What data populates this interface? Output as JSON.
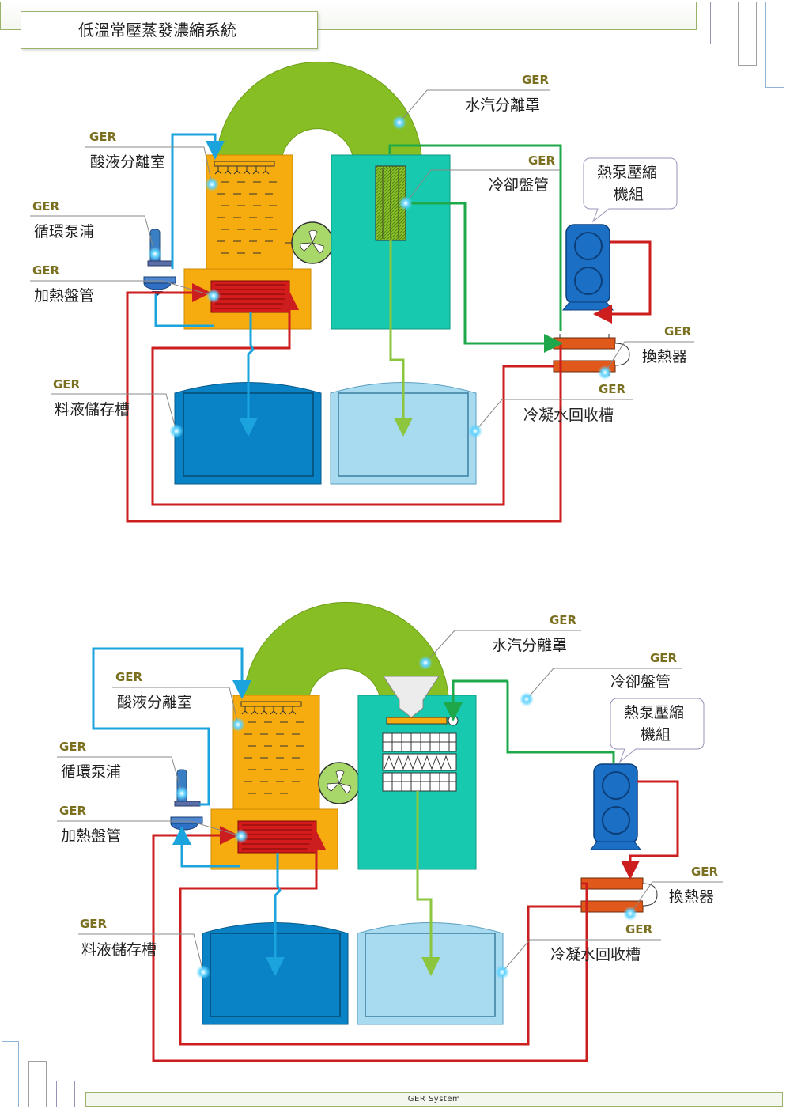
{
  "title": "低溫常壓蒸發濃縮系統",
  "footer": "GER   System",
  "colors": {
    "heating_red": "#cc1e1e",
    "feed_blue": "#1aa3dd",
    "cooling_green": "#1fa84a",
    "condensate_green": "#8cc63f",
    "separator_orange": "#f6ac0e",
    "condenser_teal": "#17c9af",
    "dome_green": "#87be24",
    "tank_dark": "#0a83c6",
    "tank_light": "#a8daf0",
    "heatpump_blue": "#1b6fc4"
  },
  "diagram1": {
    "ger": "GER",
    "acid_separator": "酸液分離室",
    "circulation_pump": "循環泵浦",
    "heating_coil": "加熱盤管",
    "steam_separator": "水汽分離罩",
    "cooling_coil": "冷卻盤管",
    "heat_pump_line1": "熱泵壓縮",
    "heat_pump_line2": "機組",
    "heat_exchanger": "換熱器",
    "feed_tank": "料液儲存槽",
    "condensate_tank": "冷凝水回收槽"
  },
  "diagram2": {
    "ger": "GER",
    "acid_separator": "酸液分離室",
    "circulation_pump": "循環泵浦",
    "heating_coil": "加熱盤管",
    "steam_separator": "水汽分離罩",
    "cooling_coil": "冷卻盤管",
    "heat_pump_line1": "熱泵壓縮",
    "heat_pump_line2": "機組",
    "heat_exchanger": "換熱器",
    "feed_tank": "料液儲存槽",
    "condensate_tank": "冷凝水回收槽"
  }
}
